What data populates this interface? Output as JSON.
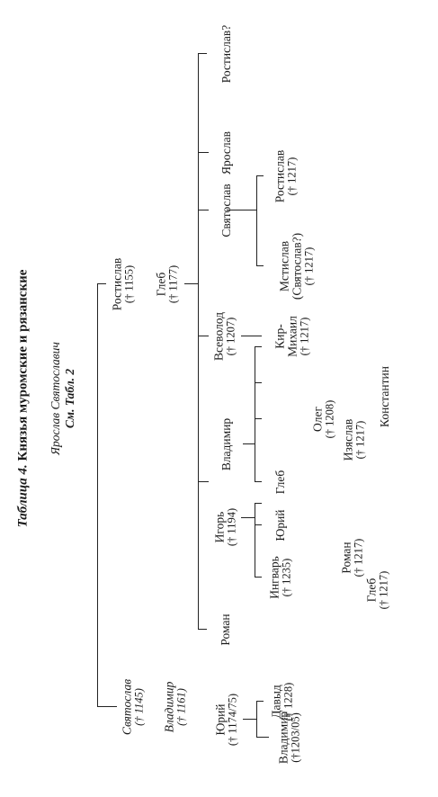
{
  "title": {
    "label": "Таблица 4.",
    "text": "Князья муромские и рязанские"
  },
  "root": {
    "name": "Ярослав Святославич",
    "ref": "См. Табл. 2"
  },
  "people": {
    "svyatoslav": {
      "name": "Святослав",
      "dates": "(† 1145)"
    },
    "vladimir_1161": {
      "name": "Владимир",
      "dates": "(† 1161)"
    },
    "yuri": {
      "name": "Юрий",
      "dates": "(† 1174/75)"
    },
    "vladimir_1203": {
      "name": "Владимир",
      "dates": "(†1203/05)"
    },
    "davyd": {
      "name": "Давыд",
      "dates": "(† 1228)"
    },
    "rostislav_1155": {
      "name": "Ростислав",
      "dates": "(† 1155)"
    },
    "gleb_1177": {
      "name": "Глеб",
      "dates": "(† 1177)"
    },
    "roman": {
      "name": "Роман"
    },
    "igor": {
      "name": "Игорь",
      "dates": "(† 1194)"
    },
    "ingvar": {
      "name": "Ингварь",
      "dates": "(† 1235)"
    },
    "yuri2": {
      "name": "Юрий"
    },
    "roman2": {
      "name": "Роман",
      "dates": "(† 1217)"
    },
    "gleb2": {
      "name": "Глеб",
      "dates": "(† 1217)"
    },
    "vladimir2": {
      "name": "Владимир"
    },
    "gleb3": {
      "name": "Глеб"
    },
    "oleg": {
      "name": "Олег",
      "dates": "(† 1208)"
    },
    "izyaslav": {
      "name": "Изяслав",
      "dates": "(† 1217)"
    },
    "konstantin": {
      "name": "Константин"
    },
    "vsevolod": {
      "name": "Всеволод",
      "dates": "(† 1207)"
    },
    "kir_mikhail": {
      "name": "Кир-",
      "name2": "Михаил",
      "dates": "(† 1217)"
    },
    "svyatoslav2": {
      "name": "Святослав"
    },
    "mstislav": {
      "name": "Мстислав",
      "name2": "(Святослав?)",
      "dates": "(† 1217)"
    },
    "yaroslav": {
      "name": "Ярослав"
    },
    "rostislav2": {
      "name": "Ростислав",
      "dates": "(† 1217)"
    },
    "rostislav3": {
      "name": "Ростислав?"
    }
  }
}
